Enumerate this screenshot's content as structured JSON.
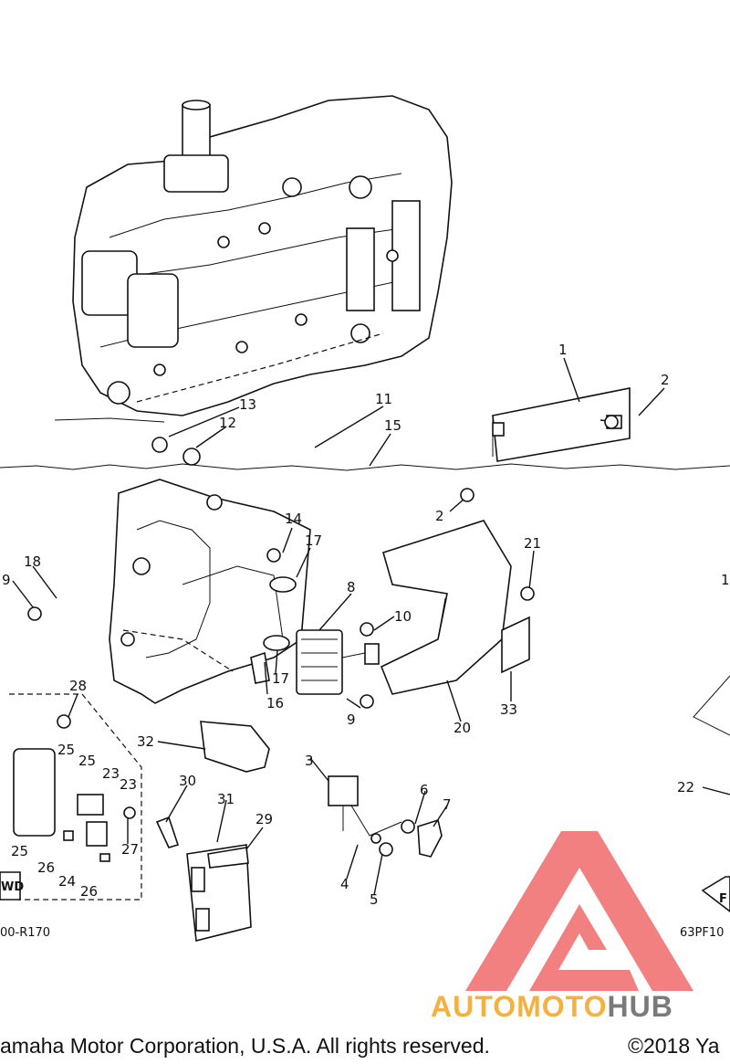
{
  "callouts": {
    "c1": "1",
    "c2a": "2",
    "c2b": "2",
    "c3": "3",
    "c4": "4",
    "c5": "5",
    "c6": "6",
    "c7": "7",
    "c8": "8",
    "c9a": "9",
    "c9b": "9",
    "c10": "10",
    "c11": "11",
    "c12": "12",
    "c13": "13",
    "c14": "14",
    "c15": "15",
    "c16": "16",
    "c17a": "17",
    "c17b": "17",
    "c18": "18",
    "c1b": "1",
    "c20": "20",
    "c21": "21",
    "c22": "22",
    "c23a": "23",
    "c23b": "23",
    "c24": "24",
    "c25a": "25",
    "c25b": "25",
    "c25c": "25",
    "c26a": "26",
    "c26b": "26",
    "c27": "27",
    "c28": "28",
    "c29": "29",
    "c30": "30",
    "c31": "31",
    "c32": "32",
    "c33": "33"
  },
  "codes": {
    "left_code": "00-R170",
    "right_code": "63PF10",
    "fwd_left": "WD",
    "fwd_right": "F"
  },
  "watermark": {
    "brand_part1": "AUTOMOTO",
    "brand_part2": "HUB",
    "triangle_color": "#f26a6a",
    "brand_color_1": "#f5b040",
    "brand_color_2": "#7a7a7a"
  },
  "footer": {
    "left_text": "amaha Motor Corporation, U.S.A. All rights reserved.",
    "right_text": "©2018 Ya"
  }
}
